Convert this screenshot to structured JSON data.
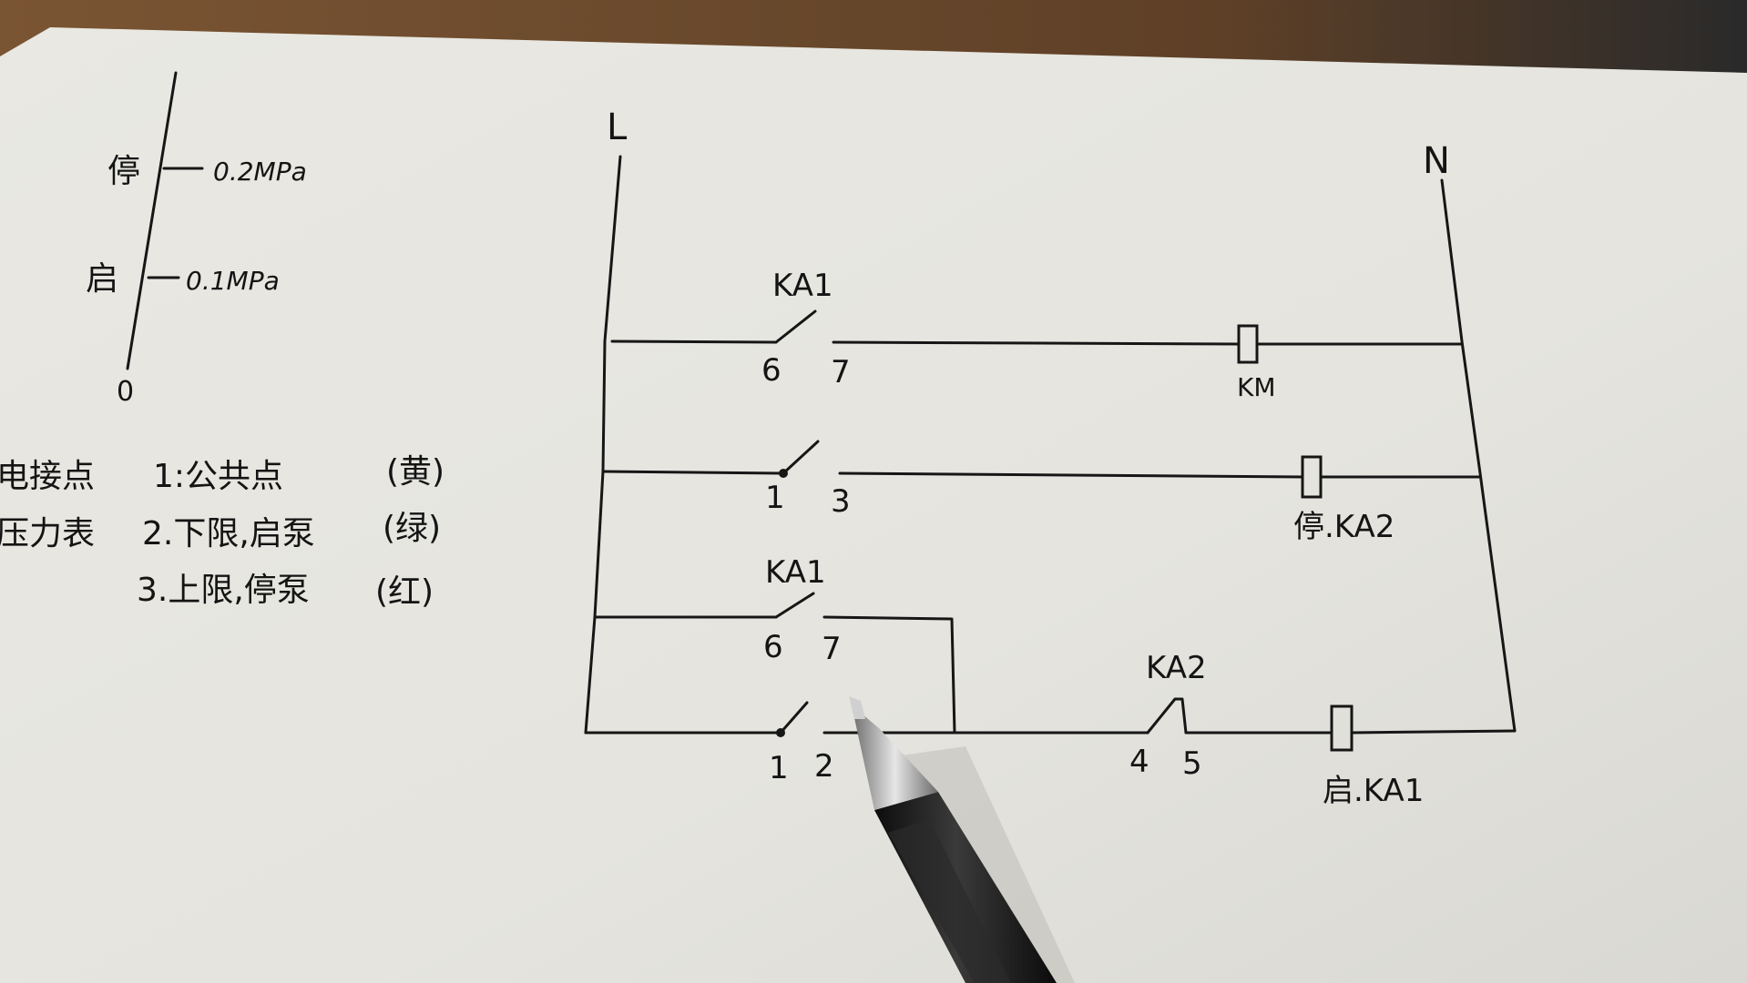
{
  "scale_sketch": {
    "stop_label": "停",
    "stop_value": "0.2MPa",
    "start_label": "启",
    "start_value": "0.1MPa",
    "zero_label": "0"
  },
  "legend": {
    "line1_prefix": "电接点",
    "line2_prefix": "压力表",
    "items": [
      {
        "text": "1:公共点",
        "color": "(黄)"
      },
      {
        "text": "2.下限,启泵",
        "color": "(绿)"
      },
      {
        "text": "3.上限,停泵",
        "color": "(红)"
      }
    ]
  },
  "circuit": {
    "line_label": "L",
    "neutral_label": "N",
    "rung1": {
      "contact_label": "KA1",
      "terminal_left": "6",
      "terminal_right": "7",
      "coil_label": "KM"
    },
    "rung2": {
      "terminal_left": "1",
      "terminal_right": "3",
      "coil_label": "停.KA2"
    },
    "rung3": {
      "holding_contact_label": "KA1",
      "holding_terminal_left": "6",
      "holding_terminal_right": "7",
      "terminal_left": "1",
      "terminal_right": "2",
      "nc_contact_label": "KA2",
      "nc_terminal_left": "4",
      "nc_terminal_right": "5",
      "coil_label": "启.KA1"
    }
  },
  "colors": {
    "paper": "#eae9e4",
    "ink": "#161616",
    "desk": "#6b4a2c",
    "pen_body": "#1b1b1b",
    "pen_tip": "#b9b9b9"
  }
}
